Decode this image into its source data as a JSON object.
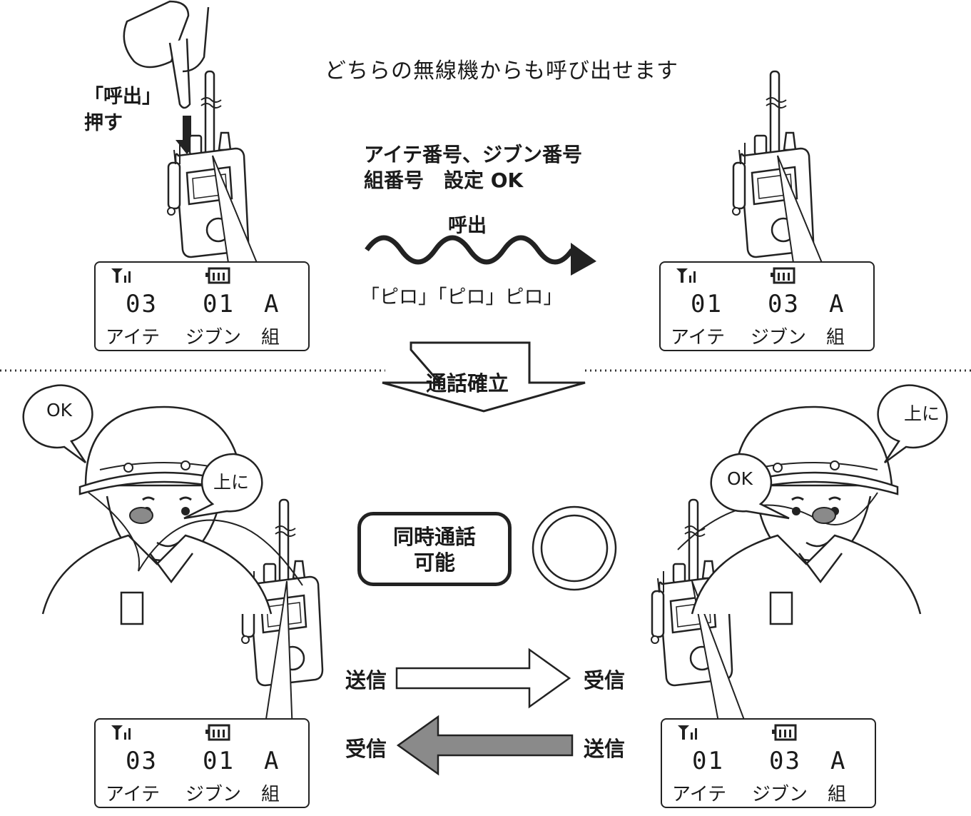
{
  "header": {
    "title": "どちらの無線機からも呼び出せます"
  },
  "left_instruction": {
    "line1": "「呼出」",
    "line2": "押す"
  },
  "settings_note": {
    "line1": "アイテ番号、ジブン番号",
    "line2": "組番号　設定 OK"
  },
  "call_arrow": {
    "label": "呼出",
    "sound": "「ピロ」「ピロ」ピロ」"
  },
  "establish": {
    "label": "通話確立"
  },
  "simultaneous": {
    "line1": "同時通話",
    "line2": "可能"
  },
  "transfer": {
    "top_left": "送信",
    "top_right": "受信",
    "bottom_left": "受信",
    "bottom_right": "送信"
  },
  "bubbles": {
    "left_top": "OK",
    "left_mouth": "上に",
    "right_top": "上に",
    "right_mouth": "OK"
  },
  "lcd_top_left": {
    "aite": "03",
    "jibun": "01",
    "kumi": "A",
    "aite_label": "アイテ",
    "jibun_label": "ジブン",
    "kumi_label": "組"
  },
  "lcd_top_right": {
    "aite": "01",
    "jibun": "03",
    "kumi": "A",
    "aite_label": "アイテ",
    "jibun_label": "ジブン",
    "kumi_label": "組"
  },
  "lcd_bottom_left": {
    "aite": "03",
    "jibun": "01",
    "kumi": "A",
    "aite_label": "アイテ",
    "jibun_label": "ジブン",
    "kumi_label": "組"
  },
  "lcd_bottom_right": {
    "aite": "01",
    "jibun": "03",
    "kumi": "A",
    "aite_label": "アイテ",
    "jibun_label": "ジブン",
    "kumi_label": "組"
  },
  "icons": [
    "finger-press-icon",
    "radio-icon",
    "antenna-signal-icon",
    "battery-icon",
    "worker-icon",
    "circle-ok-icon"
  ],
  "colors": {
    "line": "#222222",
    "receive_arrow_fill": "#8a8a8a"
  }
}
